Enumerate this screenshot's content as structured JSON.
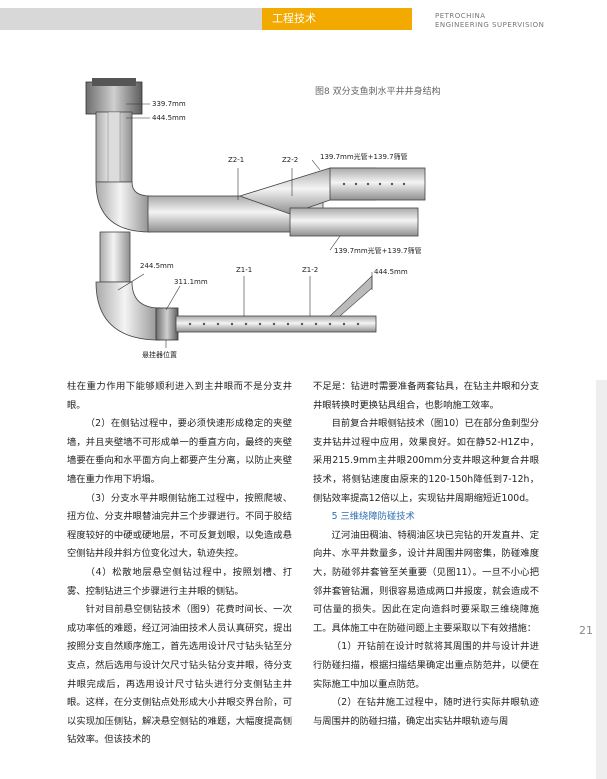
{
  "header": {
    "section": "工程技术",
    "publication_line1": "PETROCHINA",
    "publication_line2": "ENGINEERING SUPERVISION"
  },
  "figure": {
    "caption": "图8  双分支鱼刺水平井井身结构",
    "labels": {
      "d1": "339.7mm",
      "d2": "444.5mm",
      "z21": "Z2-1",
      "z22": "Z2-2",
      "pipe_top": "139.7mm光管+139.7筛管",
      "pipe_mid": "139.7mm光管+139.7筛管",
      "d3": "444.5mm",
      "d4": "244.5mm",
      "d5": "311.1mm",
      "z11": "Z1-1",
      "z12": "Z1-2",
      "hanger": "悬挂器位置"
    }
  },
  "left_column": [
    "柱在重力作用下能够顺利进入到主井眼而不是分支井眼。",
    "（2）在侧钻过程中，要必须快速形成稳定的夹壁墙，并且夹壁墙不可形成单一的垂直方向，最终的夹壁墙要在垂向和水平面方向上都要产生分离，以防止夹壁墙在重力作用下坍塌。",
    "（3）分支水平井眼侧钻施工过程中，按照爬坡、扭方位、分支井眼替油完井三个步骤进行。不同于胶结程度较好的中硬或硬地层，不可反复划眼，以免造成悬空侧钻井段井斜方位变化过大，轨迹失控。",
    "（4）松散地层悬空侧钻过程中，按照划槽、打雾、控制钻进三个步骤进行主井眼的侧钻。",
    "针对目前悬空侧钻技术（图9）花费时间长、一次成功率低的难题，经辽河油田技术人员认真研究，提出按照分支自然顺序施工，首先选用设计尺寸钻头钻至分支点，然后选用与设计欠尺寸钻头钻分支井眼，待分支井眼完成后，再选用设计尺寸钻头进行分支侧钻主井眼。这样，在分支侧钻点处形成大小井眼交界台阶，可以实现加压侧钻，解决悬空侧钻的难题，大幅度提高侧钻效率。但该技术的"
  ],
  "right_column": {
    "p1": "不足是：钻进时需要准备两套钻具，在钻主井眼和分支井眼转换时更换钻具组合，也影响施工效率。",
    "p2": "目前复合井眼侧钻技术（图10）已在部分鱼刺型分支井钻井过程中应用，效果良好。如在静52-H1Z中，采用215.9mm主井眼200mm分支井眼这种复合井眼技术，将侧钻速度由原来的120-150h降低到7-12h，侧钻效率提高12倍以上，实现钻井周期缩短近100d。",
    "section_title": "5  三维绕障防碰技术",
    "p3": "辽河油田稠油、特稠油区块已完钻的开发直井、定向井、水平井数量多，设计井周围井网密集，防碰难度大，防碰邻井套管至关重要（见图11）。一旦不小心把邻井套管钻漏，则很容易造成两口井报废，就会造成不可估量的损失。因此在定向造斜时要采取三维绕障施工。具体施工中在防碰问题上主要采取以下有效措施：",
    "p4": "（1）开钻前在设计时就将其周围的井与设计井进行防碰扫描，根据扫描结果确定出重点防范井，以便在实际施工中加以重点防范。",
    "p5": "（2）在钻井施工过程中，随时进行实际井眼轨迹与周围井的防碰扫描，确定出实钻井眼轨迹与周"
  },
  "page_number": "21"
}
